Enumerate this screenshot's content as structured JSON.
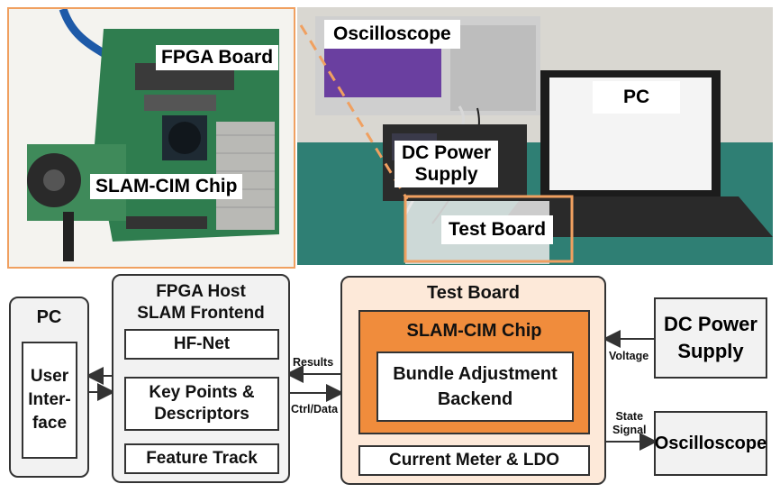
{
  "photos": {
    "left_labels": {
      "fpga": "FPGA Board",
      "chip": "SLAM-CIM Chip"
    },
    "right_labels": {
      "osc": "Oscilloscope",
      "pc": "PC",
      "dc": "DC Power\nSupply",
      "test": "Test Board"
    }
  },
  "diagram": {
    "pc": {
      "title": "PC",
      "ui": "User\nInter-\nface"
    },
    "fpga": {
      "title": "FPGA Host\nSLAM Frontend",
      "hfnet": "HF-Net",
      "kp": "Key Points &\nDescriptors",
      "ft": "Feature Track"
    },
    "test": {
      "title": "Test Board",
      "chip_title": "SLAM-CIM Chip",
      "ba": "Bundle Adjustment\nBackend",
      "cm": "Current Meter & LDO"
    },
    "dc": {
      "title": "DC Power\nSupply"
    },
    "osc": {
      "title": "Oscilloscope"
    },
    "arrows": {
      "results": "Results",
      "ctrl": "Ctrl/Data",
      "voltage": "Voltage",
      "state": "State\nSignal"
    }
  },
  "colors": {
    "orange_border": "#f0a060",
    "chip_fill": "#f08c3c",
    "test_fill": "#fde9d9",
    "gray_box": "#f2f2f2"
  }
}
